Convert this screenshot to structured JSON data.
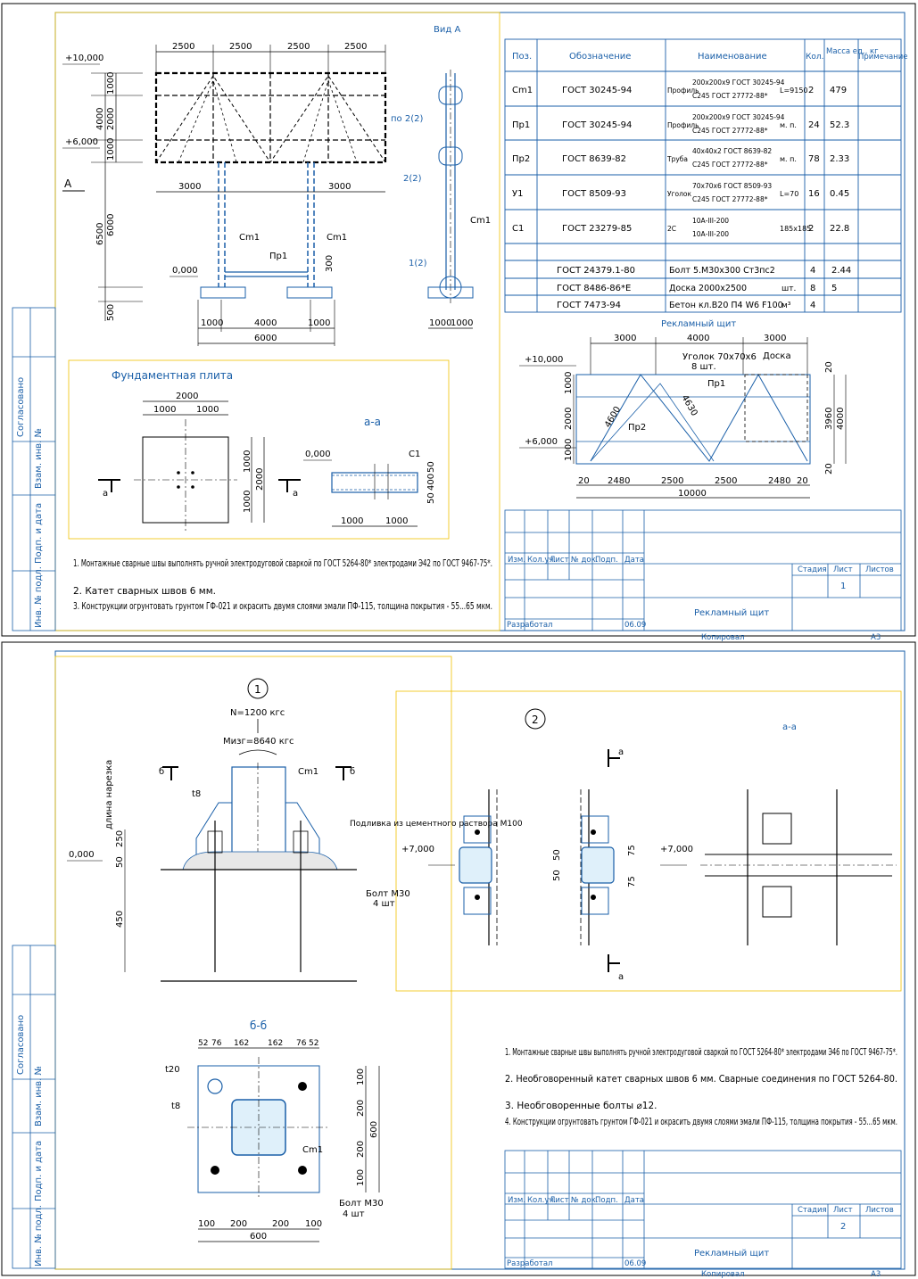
{
  "sheet1": {
    "view_title": "Вид А",
    "main_dims_top": [
      "2500",
      "2500",
      "2500",
      "2500"
    ],
    "main_dims_mid": [
      "3000",
      "3000"
    ],
    "main_dims_bot": [
      "1000",
      "4000",
      "1000"
    ],
    "main_dim_total": "6000",
    "left_vert_dims": [
      "1000",
      "2000",
      "1000",
      "4000",
      "6000",
      "6500",
      "500"
    ],
    "levels": [
      "+10,000",
      "+6,000",
      "0,000"
    ],
    "label_a": "A",
    "labels_cm": [
      "Cm1",
      "Cm1",
      "Cm1"
    ],
    "label_pr1": "Пр1",
    "label_300": "300",
    "side_labels": [
      "по 2(2)",
      "2(2)",
      "1(2)"
    ],
    "side_dims": [
      "1000",
      "1000"
    ],
    "spec_headers": [
      "Поз.",
      "Обозначение",
      "Наименование",
      "Кол.",
      "Масса ед., кг",
      "Примечание"
    ],
    "spec_rows": [
      {
        "pos": "Cm1",
        "code": "ГОСТ 30245-94",
        "prefix": "Профиль",
        "name1": "200х200х9 ГОСТ 30245-94",
        "name2": "С245 ГОСТ 27772-88*",
        "extra": "L=9150",
        "qty": "2",
        "mass": "479"
      },
      {
        "pos": "Пр1",
        "code": "ГОСТ 30245-94",
        "prefix": "Профиль",
        "name1": "200х200х9 ГОСТ 30245-94",
        "name2": "С245 ГОСТ 27772-88*",
        "extra": "м. п.",
        "qty": "24",
        "mass": "52.3"
      },
      {
        "pos": "Пр2",
        "code": "ГОСТ 8639-82",
        "prefix": "Труба",
        "name1": "40х40х2 ГОСТ 8639-82",
        "name2": "С245 ГОСТ 27772-88*",
        "extra": "м. п.",
        "qty": "78",
        "mass": "2.33"
      },
      {
        "pos": "У1",
        "code": "ГОСТ 8509-93",
        "prefix": "Уголок",
        "name1": "70х70х6 ГОСТ 8509-93",
        "name2": "С245 ГОСТ 27772-88*",
        "extra": "L=70",
        "qty": "16",
        "mass": "0.45"
      },
      {
        "pos": "С1",
        "code": "ГОСТ 23279-85",
        "prefix": "2С",
        "name1": "10А-III-200",
        "name2": "10А-III-200",
        "extra": "185х185",
        "qty": "2",
        "mass": "22.8"
      }
    ],
    "spec_rows2": [
      {
        "code": "ГОСТ 24379.1-80",
        "name": "Болт 5.М30х300 Ст3пс2",
        "qty": "4",
        "mass": "2.44"
      },
      {
        "code": "ГОСТ 8486-86*Е",
        "name": "Доска 2000х2500",
        "unit": "шт.",
        "qty": "8",
        "mass": "5"
      },
      {
        "code": "ГОСТ 7473-94",
        "name": "Бетон кл.В20 П4 W6 F100",
        "unit": "м³",
        "qty": "4",
        "mass": ""
      }
    ],
    "shield_title": "Рекламный щит",
    "shield_dims_top": [
      "3000",
      "4000",
      "3000"
    ],
    "shield_levels": [
      "+10,000",
      "+6,000"
    ],
    "shield_labels": [
      "Уголок 70х70х6",
      "8 шт.",
      "Доска",
      "Пр1",
      "Пр2"
    ],
    "shield_diag": [
      "4600",
      "4630"
    ],
    "shield_vert": [
      "1000",
      "2000",
      "1000",
      "3960",
      "4000",
      "20",
      "20"
    ],
    "shield_dims_bot": [
      "20",
      "2480",
      "2500",
      "2500",
      "2480",
      "20"
    ],
    "shield_total": "10000",
    "found_title": "Фундаментная плита",
    "found_dims": [
      "2000",
      "1000",
      "1000",
      "1000",
      "1000",
      "2000",
      "1000",
      "1000"
    ],
    "section_title": "а-а",
    "section_labels": [
      "0,000",
      "С1",
      "50",
      "400",
      "50",
      "а",
      "а"
    ],
    "notes": [
      "1. Монтажные сварные швы выполнять ручной электродуговой сваркой по ГОСТ 5264-80* электродами Э42 по ГОСТ 9467-75*.",
      "2. Катет сварных швов 6 мм.",
      "3. Конструкции огрунтовать грунтом ГФ-021 и окрасить двумя слоями эмали ПФ-115, толщина покрытия - 55...65 мкм."
    ],
    "side_stamp": [
      "Согласовано",
      "Взам. инв. №",
      "Подп. и дата",
      "Инв. № подл."
    ],
    "tb_headers": [
      "Изм.",
      "Кол.уч.",
      "Лист",
      "№ док.",
      "Подп.",
      "Дата"
    ],
    "tb_stage": [
      "Стадия",
      "Лист",
      "Листов"
    ],
    "tb_sheet": "1",
    "tb_title": "Рекламный щит",
    "tb_dev": "Разработал",
    "tb_date": "06.09",
    "tb_copy": "Копировал",
    "tb_format": "А3"
  },
  "sheet2": {
    "node1": "1",
    "node2": "2",
    "n_label": "N=1200 кгс",
    "m_label": "Мизг=8640 кгс",
    "cut_b": "б",
    "label_cm": "Cm1",
    "label_t8": "t8",
    "vert_label": "длина нарезка",
    "grout": "Подливка из цементного раствора М100",
    "bolt": "Болт М30",
    "bolt_qty": "4 шт",
    "level0": "0,000",
    "dims1": [
      "250",
      "50",
      "450"
    ],
    "section_aa": "а-а",
    "level7": "+7,000",
    "dims2": [
      "50",
      "50",
      "75",
      "75"
    ],
    "cut_a": "а",
    "bb_title": "б-б",
    "bb_top_dims": [
      "52",
      "76",
      "162",
      "162",
      "76",
      "52"
    ],
    "bb_right_dims": [
      "100",
      "200",
      "200",
      "100",
      "600"
    ],
    "bb_bot_dims": [
      "100",
      "200",
      "200",
      "100"
    ],
    "bb_total": "600",
    "bb_labels": [
      "t20",
      "t8",
      "Cm1"
    ],
    "notes": [
      "1. Монтажные сварные швы выполнять ручной электродуговой сваркой по ГОСТ 5264-80* электродами Э46 по ГОСТ 9467-75*.",
      "2. Необговоренный катет сварных швов 6 мм. Сварные соединения по ГОСТ 5264-80.",
      "3. Необговоренные болты ⌀12.",
      "4. Конструкции огрунтовать грунтом ГФ-021 и окрасить двумя слоями эмали ПФ-115, толщина покрытия - 55...65 мкм."
    ],
    "tb_sheet": "2",
    "tb_title": "Рекламный щит",
    "tb_dev": "Разработал",
    "tb_date": "06.09",
    "tb_copy": "Копировал",
    "tb_format": "А3"
  }
}
